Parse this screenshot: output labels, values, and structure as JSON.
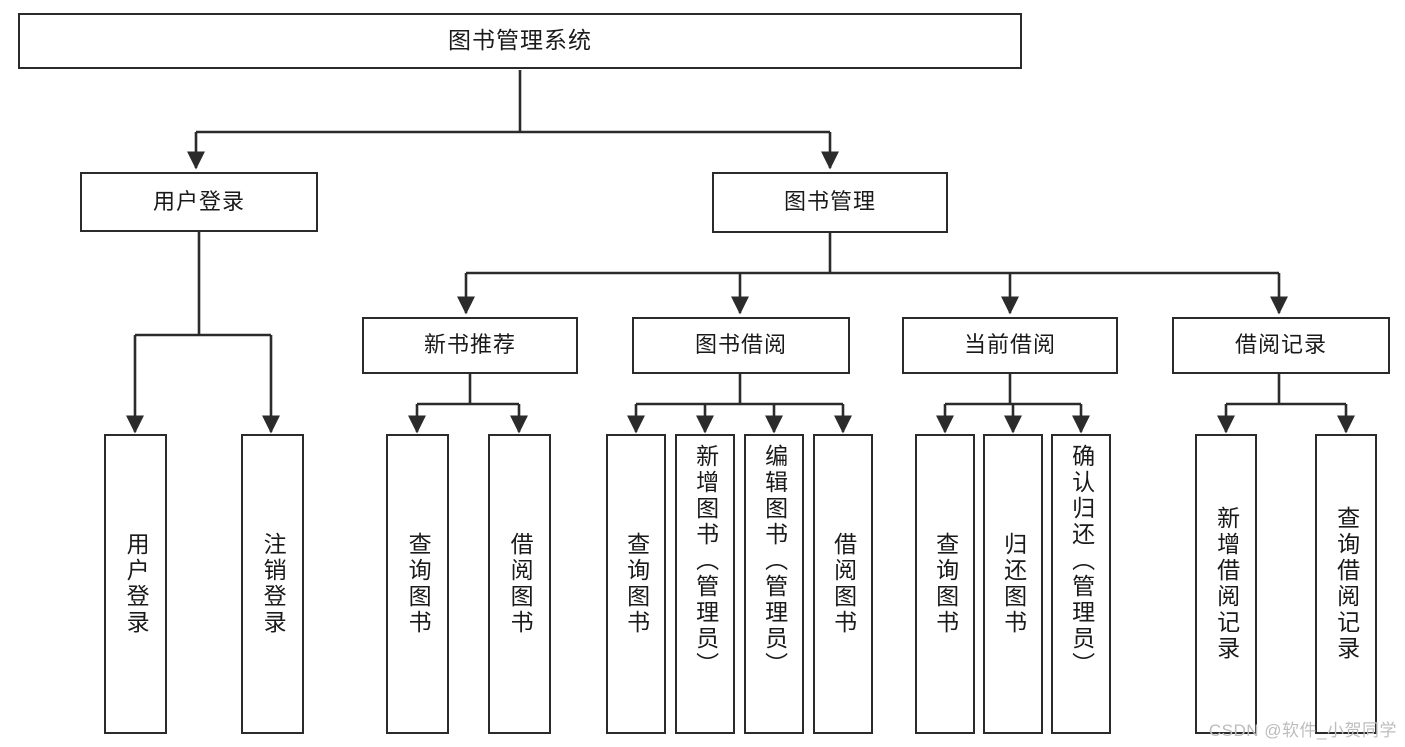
{
  "diagram": {
    "title": "图书管理系统",
    "type": "hierarchy-tree",
    "watermark": "CSDN @软件_小贺同学",
    "colors": {
      "stroke": "#2b2b2b",
      "fill": "#ffffff",
      "text": "#1a1a1a",
      "watermark": "#bdbdbd"
    },
    "nodes": {
      "root": {
        "label": "图书管理系统",
        "level": 1
      },
      "l2": [
        {
          "id": "user-login",
          "label": "用户登录",
          "level": 2
        },
        {
          "id": "book-manage",
          "label": "图书管理",
          "level": 2
        }
      ],
      "l3": [
        {
          "id": "new-book-rec",
          "label": "新书推荐",
          "level": 3
        },
        {
          "id": "book-borrow",
          "label": "图书借阅",
          "level": 3
        },
        {
          "id": "current-borrow",
          "label": "当前借阅",
          "level": 3
        },
        {
          "id": "borrow-record",
          "label": "借阅记录",
          "level": 3
        }
      ],
      "leaves": [
        {
          "id": "leaf-user-login",
          "label": "用户登录",
          "parent": "user-login"
        },
        {
          "id": "leaf-user-logout",
          "label": "注销登录",
          "parent": "user-login"
        },
        {
          "id": "leaf-query-book-1",
          "label": "查询图书",
          "parent": "new-book-rec"
        },
        {
          "id": "leaf-borrow-book-1",
          "label": "借阅图书",
          "parent": "new-book-rec"
        },
        {
          "id": "leaf-query-book-2",
          "label": "查询图书",
          "parent": "book-borrow"
        },
        {
          "id": "leaf-add-book",
          "label": "新增图书（管理员）",
          "parent": "book-borrow"
        },
        {
          "id": "leaf-edit-book",
          "label": "编辑图书（管理员）",
          "parent": "book-borrow"
        },
        {
          "id": "leaf-borrow-book-2",
          "label": "借阅图书",
          "parent": "book-borrow"
        },
        {
          "id": "leaf-query-book-3",
          "label": "查询图书",
          "parent": "current-borrow"
        },
        {
          "id": "leaf-return-book",
          "label": "归还图书",
          "parent": "current-borrow"
        },
        {
          "id": "leaf-confirm-return",
          "label": "确认归还（管理员）",
          "parent": "current-borrow"
        },
        {
          "id": "leaf-add-record",
          "label": "新增借阅记录",
          "parent": "borrow-record"
        },
        {
          "id": "leaf-query-record",
          "label": "查询借阅记录",
          "parent": "borrow-record"
        }
      ]
    }
  }
}
